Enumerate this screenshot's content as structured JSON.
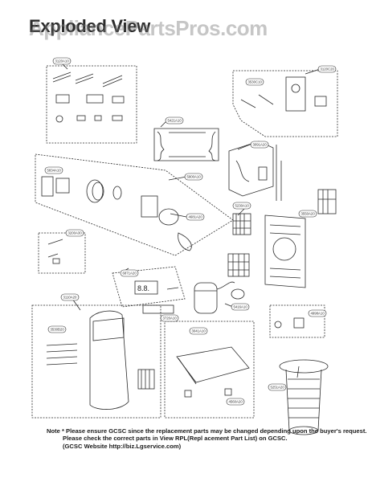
{
  "page": {
    "title": "Exploded View",
    "watermark": "AppliancePartsPros.com"
  },
  "callouts": {
    "kit": "3120A10",
    "top_right": "3120C20",
    "rear_cover": "3530C10",
    "evap_frame": "5421A10",
    "cabinet_top": "3091A20",
    "fan_assembly": "5900A10",
    "fan_motor": "4681A20",
    "filter": "5230A10",
    "filter_frame": "3550A20",
    "fan_housing": "5834A10",
    "display_pcb": "6871A20",
    "control_panel": "3720A10",
    "compressor": "5416A10",
    "base_pan": "3041A10",
    "cabinet_front": "3110A20",
    "exhaust_hose": "5251A20",
    "drain_cap": "4998A10",
    "misc_left": "3200A30",
    "front_grille": "3530B20",
    "caster": "4560A20"
  },
  "note": {
    "line1": "Note * Please ensure GCSC since the replacement parts may be changed depending upon the buyer's request.",
    "line2": "Please check  the correct parts in View RPL(Repl   acement Part List) on GCSC.",
    "line3": "(GCSC Website  http://biz.Lgservice.com)"
  },
  "colors": {
    "line": "#2a2a2a",
    "callout_fill": "#ffffff",
    "watermark": "#7a7a7a"
  }
}
